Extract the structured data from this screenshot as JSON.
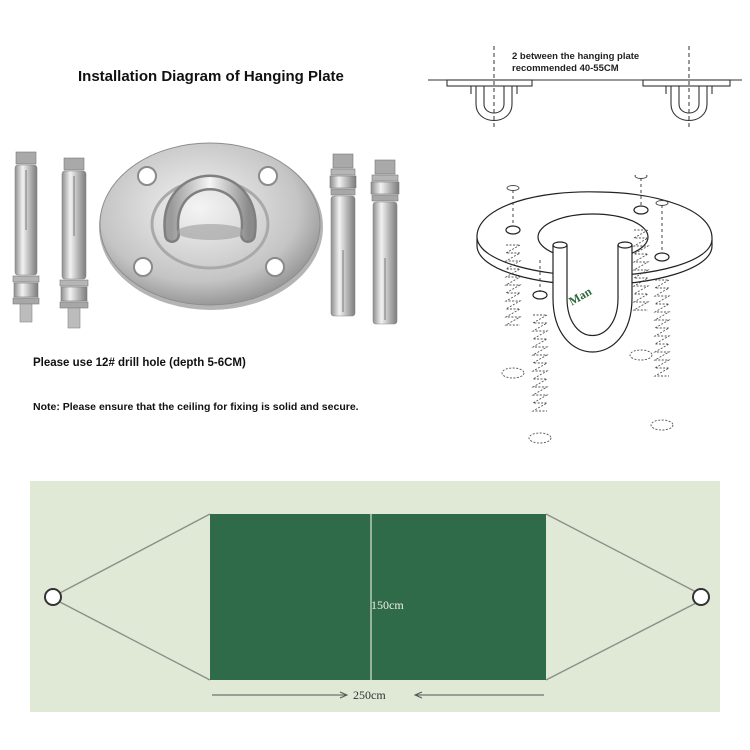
{
  "header": {
    "title": "Installation Diagram of Hanging Plate"
  },
  "instructions": {
    "drill": "Please use 12# drill hole (depth 5-6CM)",
    "note": "Note: Please ensure that the ceiling for fixing is solid and secure."
  },
  "spacing_diagram": {
    "line1": "2 between the hanging plate",
    "line2": "recommended 40-55CM"
  },
  "exploded_view": {
    "label": "Man"
  },
  "hammock_diagram": {
    "width_label": "250cm",
    "height_label": "150cm",
    "colors": {
      "background": "#dfe9d6",
      "fabric": "#2f6a49",
      "rope": "#8c8f88"
    }
  }
}
